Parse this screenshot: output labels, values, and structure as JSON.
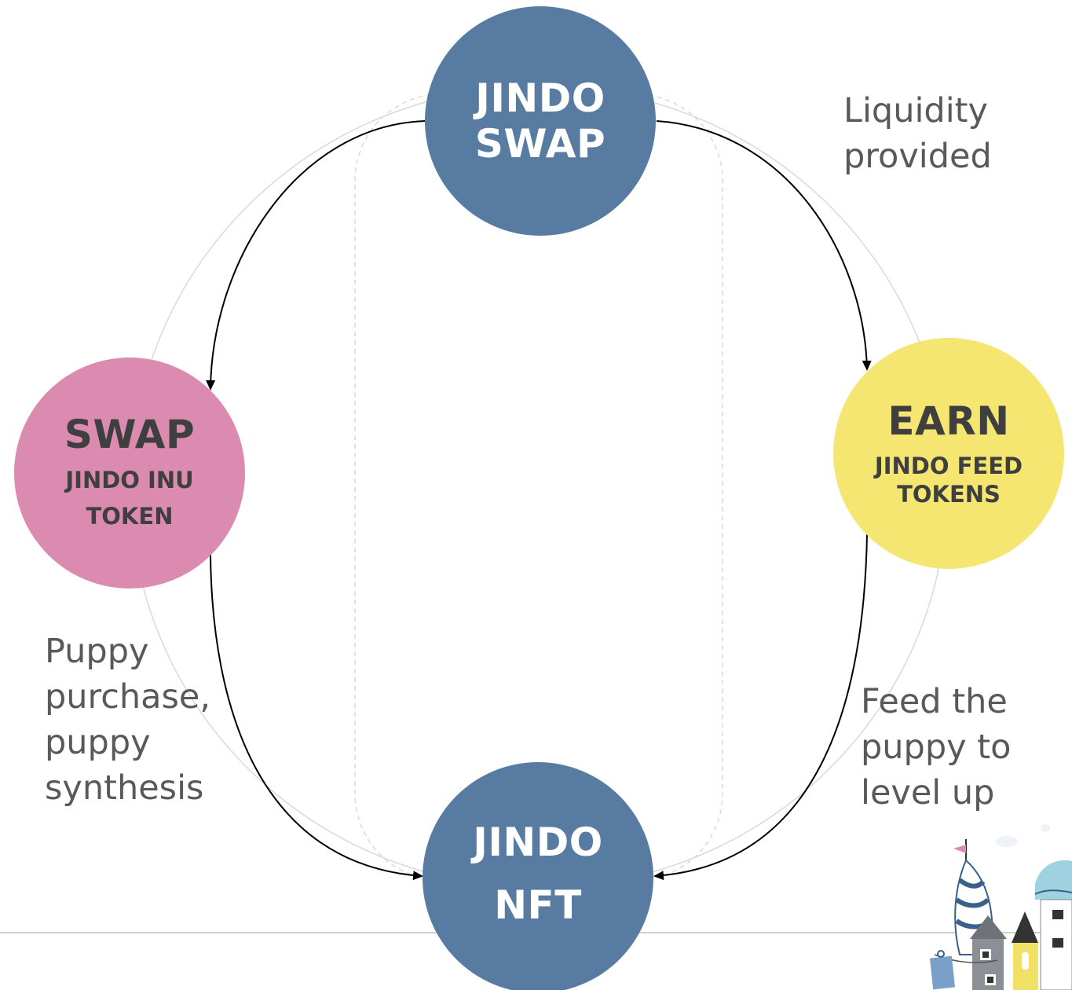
{
  "nodes": {
    "top": {
      "line1": "JINDO",
      "line2": "SWAP",
      "color": "#587ba2"
    },
    "left": {
      "title": "SWAP",
      "line1": "JINDO INU",
      "line2": "TOKEN",
      "color": "#dc8bb0"
    },
    "right": {
      "title": "EARN",
      "line1": "JINDO FEED",
      "line2": "TOKENS",
      "color": "#f5e671"
    },
    "bottom": {
      "line1": "JINDO",
      "line2": "NFT",
      "color": "#587ba2"
    }
  },
  "labels": {
    "top_right": "Liquidity\nprovided",
    "bottom_left": "Puppy\npurchase,\npuppy\nsynthesis",
    "bottom_right": "Feed  the\npuppy to\nlevel up"
  },
  "decoration": {
    "icon": "house-castle-illustration"
  }
}
